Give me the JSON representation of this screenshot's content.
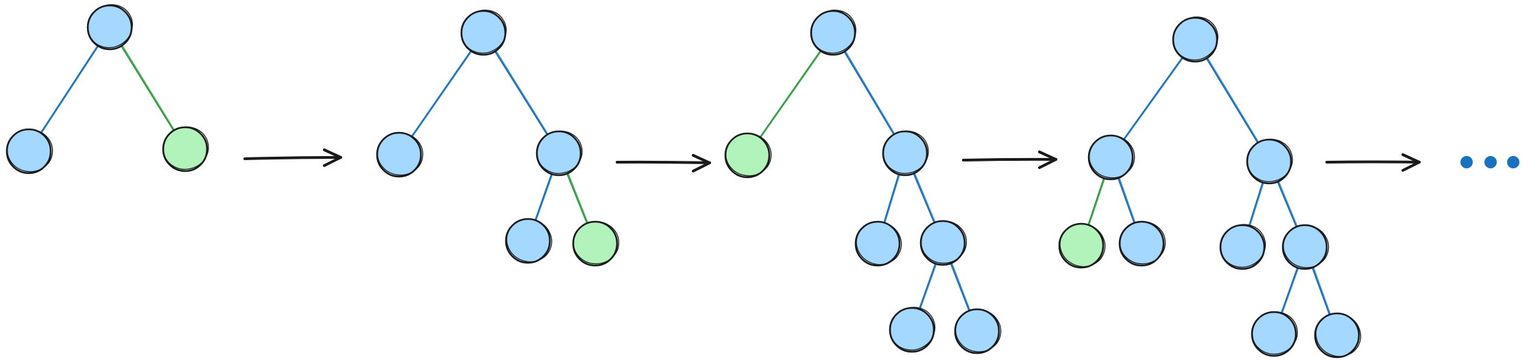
{
  "colors": {
    "node_fill": "#a5d8ff",
    "highlight_fill": "#b2f2bb",
    "node_stroke": "#1e1e1e",
    "edge": "#1971c2",
    "highlight_edge": "#2f9e44",
    "arrow": "#1e1e1e",
    "ellipsis": "#1971c2"
  },
  "icons": {
    "step_arrow": "right-arrow-icon",
    "continuation": "ellipsis-icon"
  },
  "trees": [
    {
      "nodes": [
        {
          "id": "root",
          "parent": null,
          "highlight": false
        },
        {
          "id": "L",
          "parent": "root",
          "highlight": false
        },
        {
          "id": "R",
          "parent": "root",
          "highlight": true
        }
      ]
    },
    {
      "nodes": [
        {
          "id": "root",
          "parent": null,
          "highlight": false
        },
        {
          "id": "L",
          "parent": "root",
          "highlight": false
        },
        {
          "id": "R",
          "parent": "root",
          "highlight": false
        },
        {
          "id": "RL",
          "parent": "R",
          "highlight": false
        },
        {
          "id": "RR",
          "parent": "R",
          "highlight": true
        }
      ]
    },
    {
      "nodes": [
        {
          "id": "root",
          "parent": null,
          "highlight": false
        },
        {
          "id": "L",
          "parent": "root",
          "highlight": true
        },
        {
          "id": "R",
          "parent": "root",
          "highlight": false
        },
        {
          "id": "RL",
          "parent": "R",
          "highlight": false
        },
        {
          "id": "RR",
          "parent": "R",
          "highlight": false
        },
        {
          "id": "RRL",
          "parent": "RR",
          "highlight": false
        },
        {
          "id": "RRR",
          "parent": "RR",
          "highlight": false
        }
      ]
    },
    {
      "nodes": [
        {
          "id": "root",
          "parent": null,
          "highlight": false
        },
        {
          "id": "L",
          "parent": "root",
          "highlight": false
        },
        {
          "id": "R",
          "parent": "root",
          "highlight": false
        },
        {
          "id": "LL",
          "parent": "L",
          "highlight": true
        },
        {
          "id": "LR",
          "parent": "L",
          "highlight": false
        },
        {
          "id": "RL",
          "parent": "R",
          "highlight": false
        },
        {
          "id": "RR",
          "parent": "R",
          "highlight": false
        },
        {
          "id": "RRL",
          "parent": "RR",
          "highlight": false
        },
        {
          "id": "RRR",
          "parent": "RR",
          "highlight": false
        }
      ]
    }
  ]
}
